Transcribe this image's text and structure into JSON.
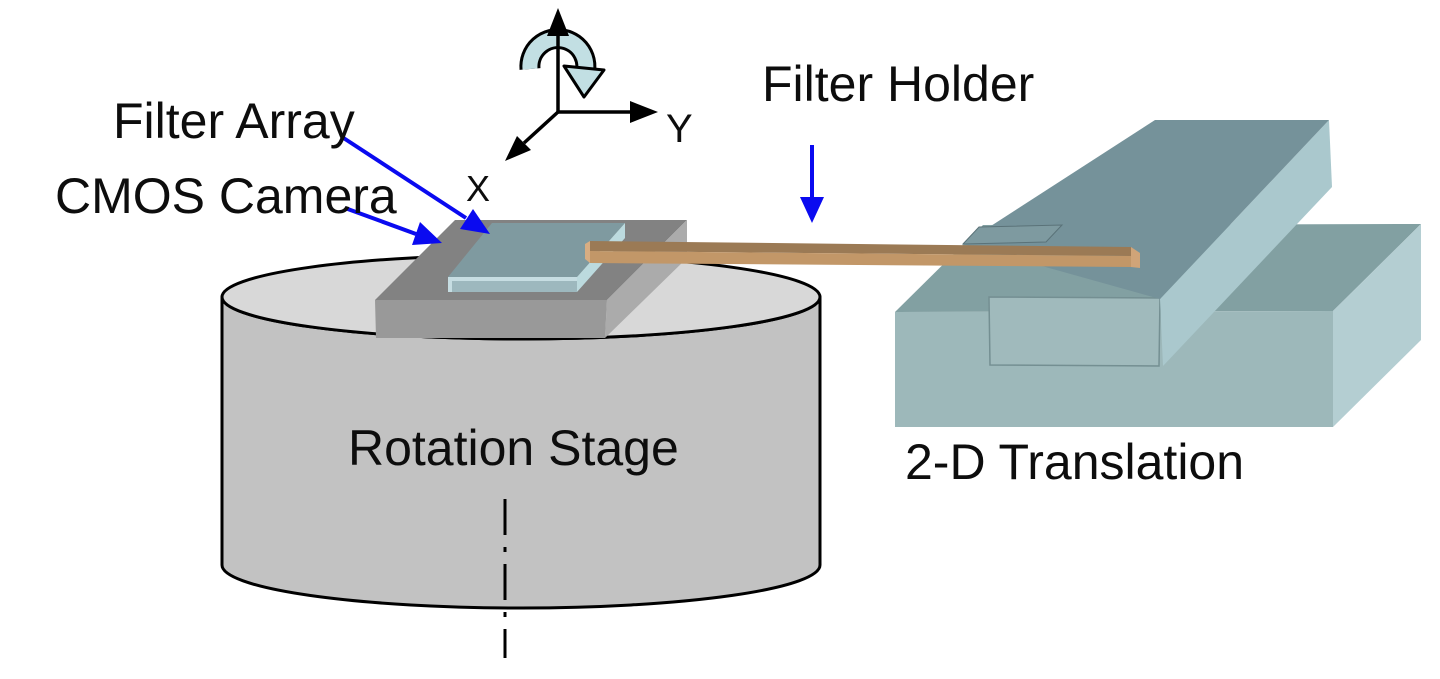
{
  "diagram": {
    "type": "experimental-setup-schematic",
    "labels": {
      "filter_array": "Filter Array",
      "cmos_camera": "CMOS Camera",
      "filter_holder": "Filter Holder",
      "rotation_stage": "Rotation Stage",
      "translation_stage": "2-D Translation",
      "axis_x": "X",
      "axis_y": "Y"
    },
    "colors": {
      "annotation_arrow_blue": "#0a0af0",
      "outline_black": "#000000",
      "cylinder_top": "#d8d8d8",
      "cylinder_side": "#c2c2c2",
      "camera_top": "#828282",
      "camera_front": "#999999",
      "camera_side": "#ababab",
      "filter_array_top": "#7f9aa0",
      "filter_array_front": "#9db8be",
      "filter_array_highlight": "#c6dde2",
      "filter_array_side": "#bcdade",
      "holder_bar_top": "#9b7a55",
      "holder_bar_front": "#c29768",
      "holder_bar_left_cap": "#d8ad82",
      "holder_bar_right_cap": "#d0a478",
      "stage_rail_top": "#75929a",
      "stage_rail_side": "#aac8cd",
      "stage_rail_step": "#7e9aa0",
      "stage_base_top": "#82a0a2",
      "stage_base_front": "#9db8ba",
      "stage_base_side": "#b4ced2",
      "stage_carriage_front": "#a0babc",
      "rotation_arrow_fill": "#c2dfe3"
    }
  }
}
